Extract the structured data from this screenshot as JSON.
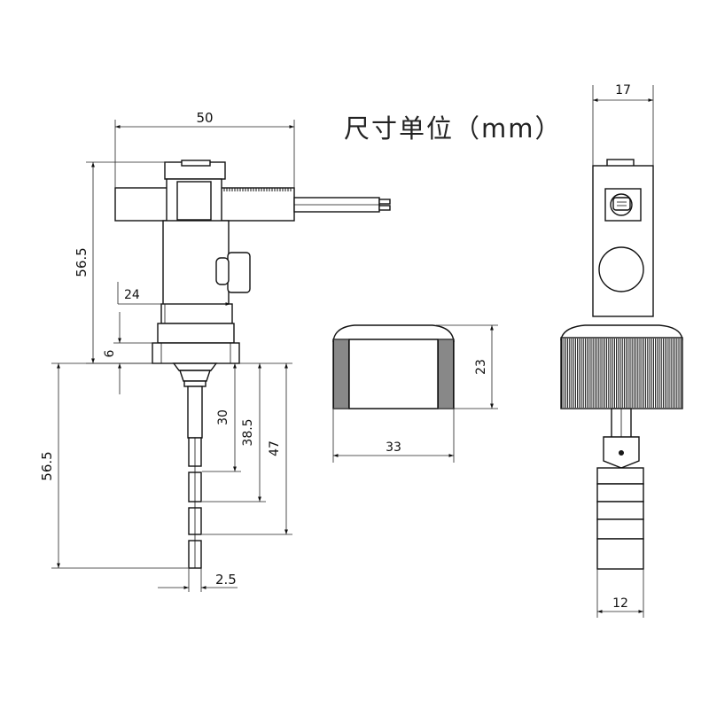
{
  "title": "尺寸单位（mm）",
  "dimensions": {
    "width_50": "50",
    "height_56_5_top": "56.5",
    "width_24": "24",
    "height_6": "6",
    "height_56_5_bottom": "56.5",
    "length_30": "30",
    "length_38_5": "38.5",
    "length_47": "47",
    "width_2_5": "2.5",
    "knob_height_23": "23",
    "knob_width_33": "33",
    "side_width_17": "17",
    "side_width_12": "12"
  },
  "colors": {
    "line": "#111111",
    "background": "#ffffff"
  }
}
